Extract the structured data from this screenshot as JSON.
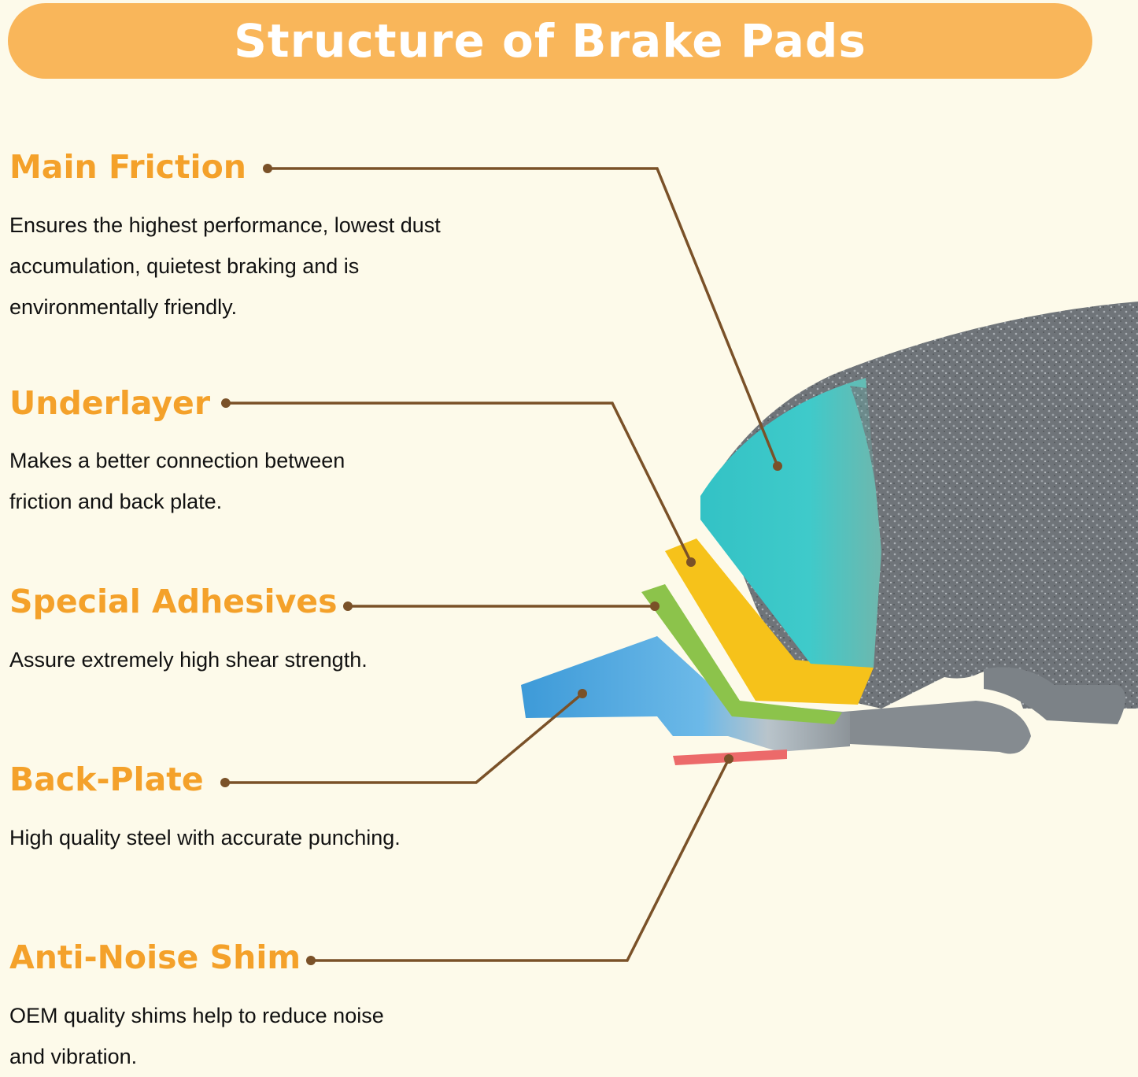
{
  "title": "Structure of Brake Pads",
  "colors": {
    "banner": "#f9b65a",
    "heading": "#f4a12a",
    "leader": "#7a5128",
    "friction_teal": "#3cc4c6",
    "underlayer_yellow": "#f6c21a",
    "adhesive_green": "#8cc34b",
    "back_plate_blue": "#4ba3de",
    "shim_red": "#ec6a6a"
  },
  "layers": [
    {
      "name": "Main Friction",
      "description": [
        "Ensures the highest performance, lowest dust",
        "accumulation, quietest braking and is",
        "environmentally friendly."
      ]
    },
    {
      "name": "Underlayer",
      "description": [
        "Makes a better connection between",
        "friction and back plate."
      ]
    },
    {
      "name": "Special Adhesives",
      "description": [
        "Assure extremely high shear strength."
      ]
    },
    {
      "name": "Back-Plate",
      "description": [
        "High quality steel with accurate punching."
      ]
    },
    {
      "name": "Anti-Noise Shim",
      "description": [
        "OEM quality shims help to reduce noise",
        "and vibration."
      ]
    }
  ]
}
